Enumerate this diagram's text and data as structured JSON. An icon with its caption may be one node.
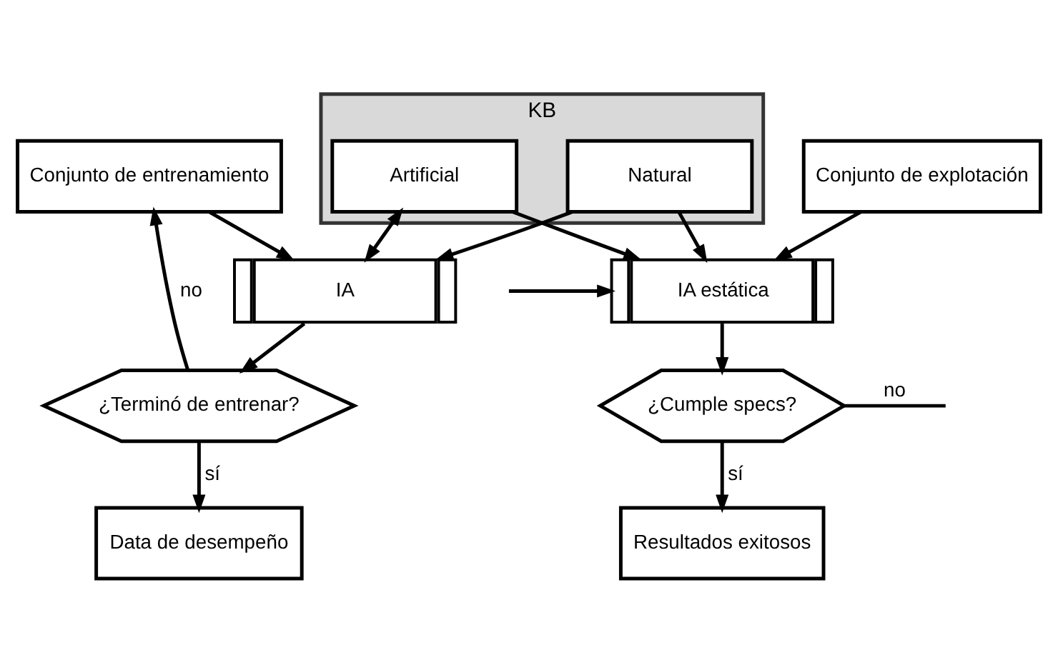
{
  "diagram": {
    "nodes": [
      {
        "text": [
          "Conjunto de entrenamiento"
        ]
      },
      {
        "text": [
          "KB"
        ]
      },
      {
        "text": [
          "Natural"
        ],
        "in": 1
      },
      {
        "text": [
          "Artificial"
        ],
        "in": 1
      },
      {
        "text": [
          "Conjunto de explotación"
        ]
      },
      {
        "text": [
          "IA"
        ]
      },
      {
        "text": [
          "IA estática"
        ]
      },
      {
        "text": [
          "¿Terminó de entrenar?"
        ]
      },
      {
        "text": [
          "¿Cumple specs?"
        ]
      },
      {
        "text": [
          "Data de desempeño"
        ]
      },
      {
        "text": [
          "Resultados exitosos"
        ]
      }
    ],
    "edges": [
      {
        "from": 0,
        "to": 5,
        "arrow": "to"
      },
      {
        "from": 2,
        "to": 5,
        "arrow": "to"
      },
      {
        "from": 5,
        "to": 3,
        "arrow": "both"
      },
      {
        "from": 2,
        "to": 6,
        "arrow": "to"
      },
      {
        "from": 3,
        "to": 6,
        "arrow": "to"
      },
      {
        "from": 4,
        "to": 6,
        "arrow": "to"
      },
      {
        "from": null,
        "to": 6,
        "arrow": "to"
      },
      {
        "from": 5,
        "to": 7,
        "arrow": "to"
      },
      {
        "from": 7,
        "to": 0,
        "arrow": "to",
        "label": "no"
      },
      {
        "from": 7,
        "to": 9,
        "arrow": "to",
        "label": "sí"
      },
      {
        "from": 6,
        "to": 8,
        "arrow": "to"
      },
      {
        "from": 8,
        "to": null,
        "arrow": "none",
        "label": "no"
      },
      {
        "from": 8,
        "to": 10,
        "arrow": "to",
        "label": "sí"
      }
    ]
  }
}
